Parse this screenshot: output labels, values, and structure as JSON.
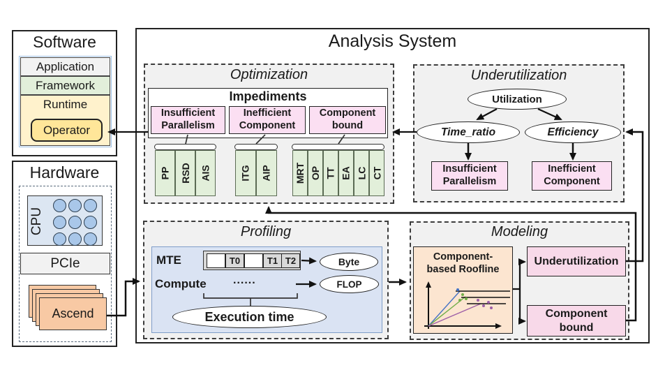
{
  "software": {
    "title": "Software",
    "layers": [
      "Application",
      "Framework",
      "Runtime"
    ],
    "operator_label": "Operator"
  },
  "hardware": {
    "title": "Hardware",
    "cpu_label": "CPU",
    "pcie_label": "PCIe",
    "ascend_label": "Ascend"
  },
  "analysis": {
    "title": "Analysis System"
  },
  "optimization": {
    "title": "Optimization",
    "impediments_title": "Impediments",
    "groups": [
      {
        "label": "Insufficient Parallelism",
        "items": [
          "PP",
          "RSD",
          "AIS"
        ]
      },
      {
        "label": "Inefficient Component",
        "items": [
          "ITG",
          "AIP"
        ]
      },
      {
        "label": "Component bound",
        "items": [
          "MRT",
          "OP",
          "TT",
          "EA",
          "LC",
          "CT"
        ]
      }
    ]
  },
  "underutilization": {
    "title": "Underutilization",
    "root": "Utilization",
    "metrics": [
      "Time_ratio",
      "Efficiency"
    ],
    "outcomes": [
      "Insufficient Parallelism",
      "Inefficient Component"
    ]
  },
  "profiling": {
    "title": "Profiling",
    "mte_label": "MTE",
    "compute_label": "Compute",
    "compute_dots": "......",
    "slots": [
      "",
      "T0",
      "",
      "T1",
      "T2"
    ],
    "byte_label": "Byte",
    "flop_label": "FLOP",
    "execution_time_label": "Execution time"
  },
  "modeling": {
    "title": "Modeling",
    "roofline_label": "Component-based Roofline",
    "outputs": [
      "Underutilization",
      "Component bound"
    ]
  },
  "colors": {
    "panel_bg": "#f1f1f1",
    "pink": "#fbdff2",
    "pink_deep": "#f8d9e9",
    "green": "#e2efda",
    "yellow_light": "#fff2cc",
    "yellow": "#ffe699",
    "blue_light": "#dae3f3",
    "blue_circle": "#a9c7e9",
    "peach": "#f8c9a4",
    "peach_light": "#fce5d0",
    "gray_fill": "#f2f2f2"
  }
}
